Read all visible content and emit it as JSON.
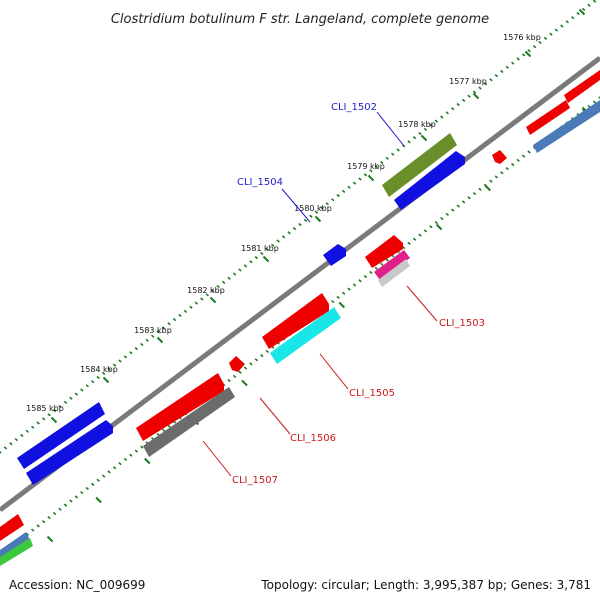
{
  "title": "Clostridium botulinum F str. Langeland, complete genome",
  "footer": {
    "accession": "Accession: NC_009699",
    "summary": "Topology: circular; Length: 3,995,387 bp; Genes: 3,781"
  },
  "colors": {
    "backbone": "#808080",
    "tick": "#1e7a1e",
    "label_forward": "#1f1fcc",
    "label_reverse": "#cc1a1a",
    "red": "#ee0000",
    "blue": "#1010e0",
    "olive": "#6a8e2a",
    "cyan": "#19e6e6",
    "gray": "#6c6c6c",
    "magenta": "#e0208a",
    "steel": "#4a7ab8",
    "green": "#3cc83c"
  },
  "ticks": [
    {
      "label": "1576 kbp"
    },
    {
      "label": "1577 kbp"
    },
    {
      "label": "1578 kbp"
    },
    {
      "label": "1579 kbp"
    },
    {
      "label": "1580 kbp"
    },
    {
      "label": "1581 kbp"
    },
    {
      "label": "1582 kbp"
    },
    {
      "label": "1583 kbp"
    },
    {
      "label": "1584 kbp"
    },
    {
      "label": "1585 kbp"
    }
  ],
  "genes": [
    {
      "label": "CLI_1502",
      "strand": "forward"
    },
    {
      "label": "CLI_1504",
      "strand": "forward"
    },
    {
      "label": "CLI_1503",
      "strand": "reverse"
    },
    {
      "label": "CLI_1505",
      "strand": "reverse"
    },
    {
      "label": "CLI_1506",
      "strand": "reverse"
    },
    {
      "label": "CLI_1507",
      "strand": "reverse"
    }
  ]
}
